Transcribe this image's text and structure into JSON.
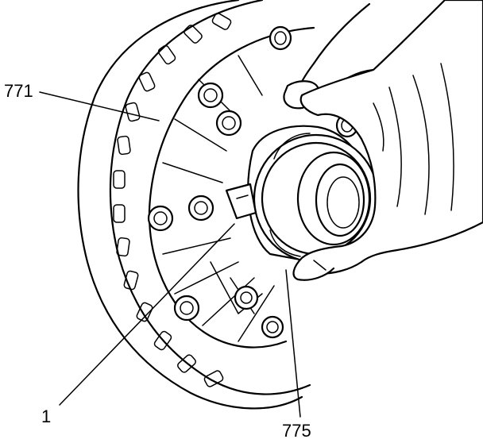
{
  "callouts": {
    "part_771": "771",
    "part_1": "1",
    "part_775": "775"
  },
  "colors": {
    "ink": "#000000",
    "paper": "#ffffff"
  }
}
